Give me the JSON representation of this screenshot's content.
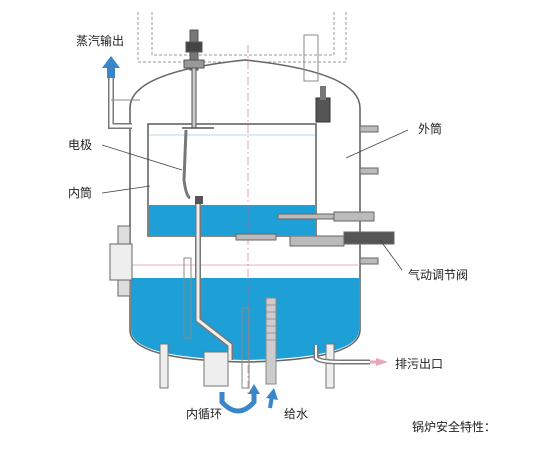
{
  "labels": {
    "steam_outlet": "蒸汽输出",
    "outer_shell": "外筒",
    "electrode": "电极",
    "inner_shell": "内筒",
    "pneumatic_valve": "气动调节阀",
    "drain_outlet": "排污出口",
    "internal_circulation": "内循环",
    "feed_water": "给水",
    "boiler_safety": "锅炉安全特性："
  },
  "colors": {
    "water": "#1ea0d6",
    "outline": "#666666",
    "arrow": "#3a86c8",
    "drain_arrow": "#e8a6b8"
  }
}
